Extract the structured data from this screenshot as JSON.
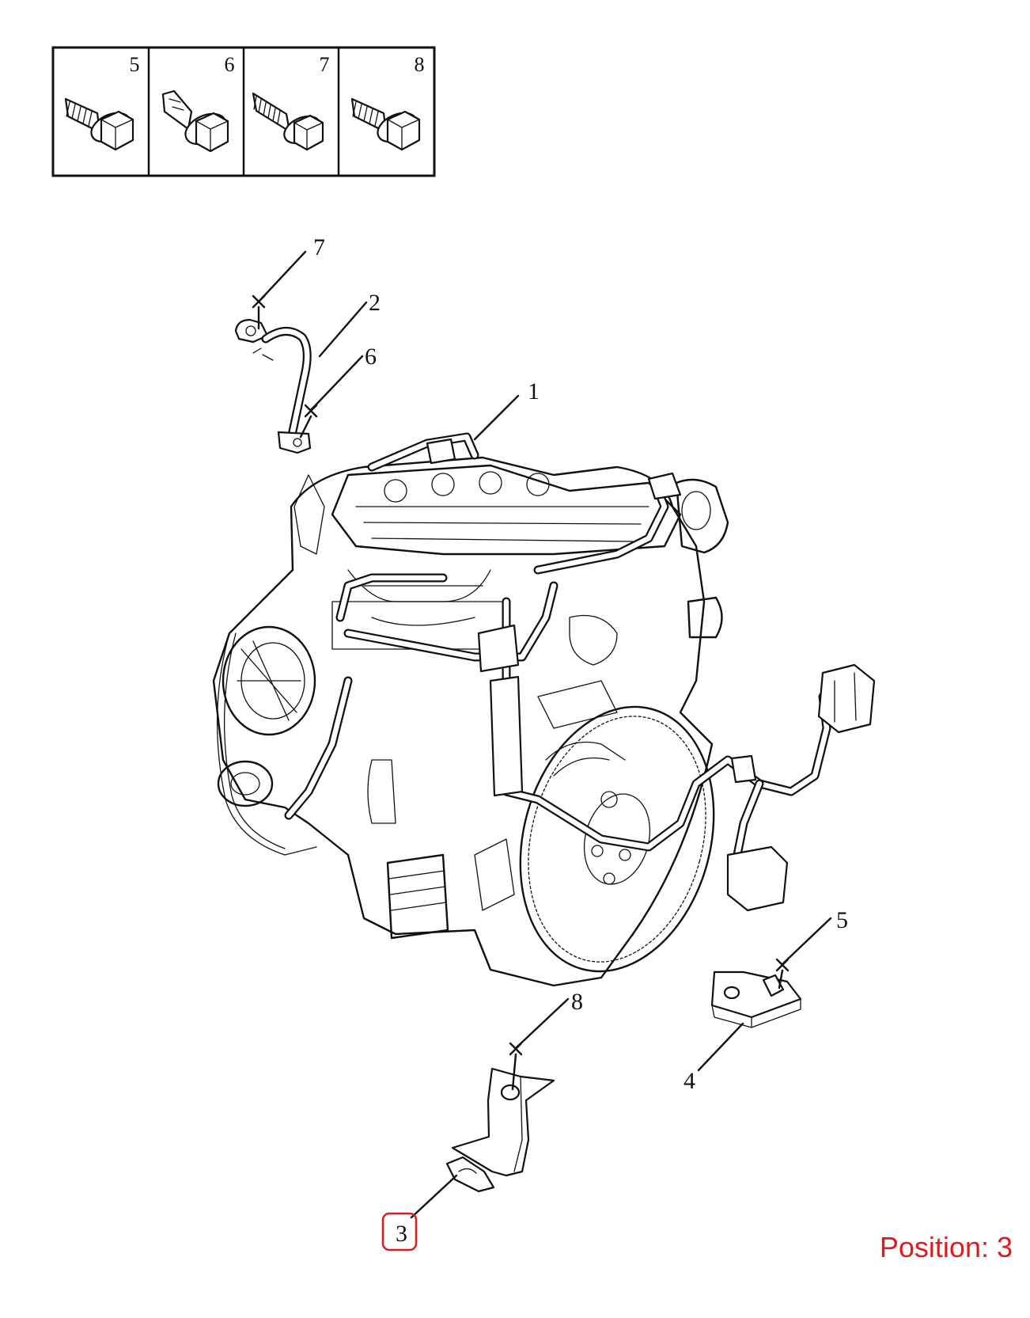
{
  "fastener_table": {
    "columns": [
      {
        "label": "5",
        "icon": "flange-bolt-icon"
      },
      {
        "label": "6",
        "icon": "stud-bolt-icon"
      },
      {
        "label": "7",
        "icon": "long-bolt-icon"
      },
      {
        "label": "8",
        "icon": "flange-bolt-icon"
      }
    ]
  },
  "callouts": [
    {
      "label": "1",
      "part": "engine-wiring-harness"
    },
    {
      "label": "2",
      "part": "ground-cable"
    },
    {
      "label": "3",
      "part": "harness-bracket-lower"
    },
    {
      "label": "4",
      "part": "harness-bracket-right"
    },
    {
      "label": "5",
      "part": "bolt"
    },
    {
      "label": "6",
      "part": "stud-bolt"
    },
    {
      "label": "7",
      "part": "bolt"
    },
    {
      "label": "8",
      "part": "bolt"
    }
  ],
  "highlighted_callout": "3",
  "highlight_color": "#e01b1b",
  "position_label": "Position: 3"
}
